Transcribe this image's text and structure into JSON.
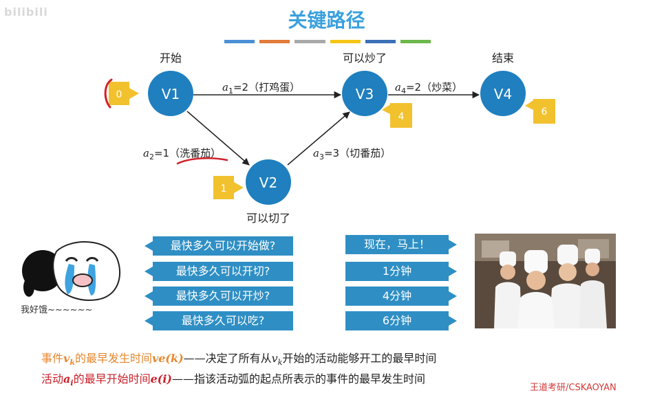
{
  "watermark": "bilibili",
  "title": "关键路径",
  "colors": {
    "title": "#3aa0dd",
    "node": "#1f7fbf",
    "badge": "#f2c12e",
    "bubble": "#2f8fc4",
    "event_def": "#e8862c",
    "activity_def": "#c8202a",
    "stripes": [
      "#4a90d6",
      "#e07b39",
      "#a9a9a9",
      "#f5c518",
      "#3b6fb6",
      "#6cb84a"
    ]
  },
  "nodes": [
    {
      "id": "V1",
      "label": "V1",
      "caption": "开始",
      "badge": "0"
    },
    {
      "id": "V2",
      "label": "V2",
      "caption": "可以切了",
      "badge": "1"
    },
    {
      "id": "V3",
      "label": "V3",
      "caption": "可以炒了",
      "badge": "4"
    },
    {
      "id": "V4",
      "label": "V4",
      "caption": "结束",
      "badge": "6"
    }
  ],
  "edges": [
    {
      "var": "a",
      "sub": "1",
      "value": "=2",
      "task": "（打鸡蛋）"
    },
    {
      "var": "a",
      "sub": "2",
      "value": "=1",
      "task": "（洗番茄）"
    },
    {
      "var": "a",
      "sub": "3",
      "value": "=3",
      "task": "（切番茄）"
    },
    {
      "var": "a",
      "sub": "4",
      "value": "=2",
      "task": "（炒菜）"
    }
  ],
  "questions": [
    "最快多久可以开始做?",
    "最快多久可以开切?",
    "最快多久可以开炒?",
    "最快多久可以吃?"
  ],
  "answers": [
    "现在，马上！",
    "1分钟",
    "4分钟",
    "6分钟"
  ],
  "hungry_text": "我好饿~~~~~~",
  "definitions": {
    "event": {
      "prefix": "事件",
      "var": "v",
      "sub": "k",
      "middle": "的最早发生时间",
      "func": "ve(k)",
      "dash": "——",
      "rest_a": "决定了所有从",
      "rest_var": "v",
      "rest_sub": "k",
      "rest_b": "开始的活动能够开工的最早时间"
    },
    "activity": {
      "prefix": "活动",
      "var": "a",
      "sub": "i",
      "middle": "的最早开始时间",
      "func": "e(i)",
      "dash": "——",
      "rest": "指该活动弧的起点所表示的事件的最早发生时间"
    }
  },
  "footer_watermark": "王道考研/CSKAOYAN"
}
